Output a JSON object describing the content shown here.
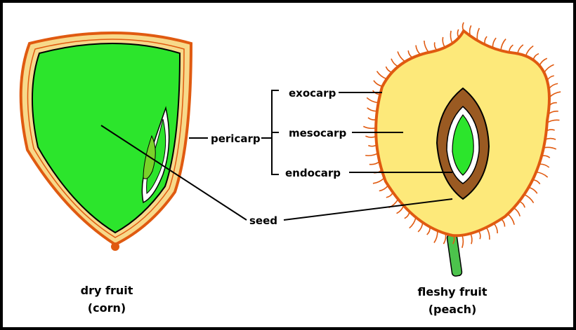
{
  "labels": {
    "pericarp": "pericarp",
    "exocarp": "exocarp",
    "mesocarp": "mesocarp",
    "endocarp": "endocarp",
    "seed": "seed"
  },
  "captions": {
    "dry_title": "dry fruit",
    "dry_sub": "(corn)",
    "fleshy_title": "fleshy fruit",
    "fleshy_sub": "(peach)"
  },
  "colors": {
    "flesh_green": "#2ce52c",
    "embryo_green": "#7ad12a",
    "peach_flesh": "#fde97a",
    "skin_orange": "#e05a10",
    "pit_brown": "#9a5a22",
    "stem_green": "#4cc34c"
  }
}
